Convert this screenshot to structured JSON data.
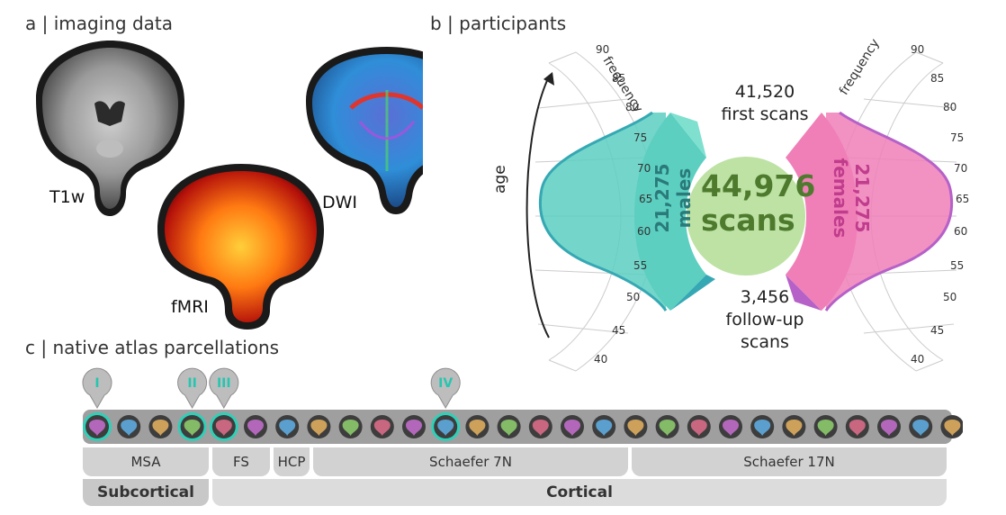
{
  "panel_a": {
    "title": "a | imaging data",
    "labels": {
      "t1w": "T1w",
      "fmri": "fMRI",
      "dwi": "DWI"
    }
  },
  "panel_b": {
    "title": "b | participants",
    "axis_label": "age",
    "freq_label_left": "frequency",
    "freq_label_right": "frequency",
    "age_ticks_left": [
      "90",
      "85",
      "80",
      "75",
      "70",
      "65",
      "60",
      "55",
      "50",
      "45",
      "40"
    ],
    "age_ticks_right": [
      "90",
      "85",
      "80",
      "75",
      "70",
      "65",
      "60",
      "55",
      "50",
      "45",
      "40"
    ],
    "total": {
      "value": "44,976",
      "unit": "scans"
    },
    "first_scans": {
      "value": "41,520",
      "label": "first scans"
    },
    "followup_scans": {
      "value": "3,456",
      "label1": "follow-up",
      "label2": "scans"
    },
    "males": {
      "value": "21,275",
      "label": "males"
    },
    "females": {
      "value": "21,275",
      "label": "females"
    },
    "colors": {
      "male": "#5ccfc1",
      "male_dark": "#36a8b4",
      "female": "#f07fb8",
      "female_dark": "#b561c8",
      "total": "#bde2a4",
      "total_text": "#4e7a2d"
    }
  },
  "panel_c": {
    "title": "c | native atlas parcellations",
    "markers": [
      "I",
      "II",
      "III",
      "IV"
    ],
    "atlas_count": 28,
    "groups_top": [
      {
        "label": "MSA"
      },
      {
        "label": "FS"
      },
      {
        "label": "HCP"
      },
      {
        "label": "Schaefer 7N"
      },
      {
        "label": "Schaefer 17N"
      }
    ],
    "groups_bottom": [
      {
        "label": "Subcortical"
      },
      {
        "label": "Cortical"
      }
    ]
  }
}
